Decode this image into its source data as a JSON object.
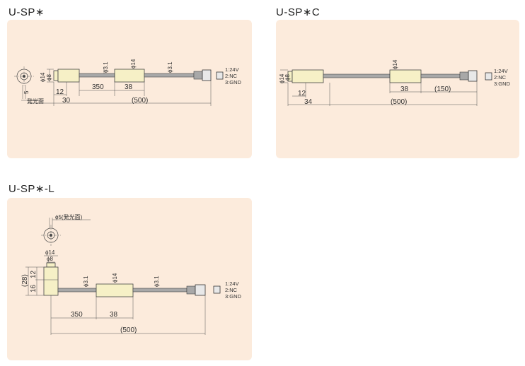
{
  "diagrams": [
    {
      "title": "U-SP∗",
      "dims": {
        "d_lens": "ϕ8",
        "d_body": "ϕ14",
        "d_cable_left": "ϕ3.1",
        "d_mid": "ϕ14",
        "d_cable_right": "ϕ3.1",
        "len_12": "12",
        "len_350": "350",
        "len_38": "38",
        "len_30": "30",
        "len_500": "(500)",
        "v5": "5",
        "emit": "発光面"
      },
      "pins": [
        "1:24V",
        "2:NC",
        "3:GND"
      ]
    },
    {
      "title": "U-SP∗C",
      "dims": {
        "d_lens": "ϕ8",
        "d_body": "ϕ14",
        "d_mid": "ϕ14",
        "len_12": "12",
        "len_38": "38",
        "len_150": "(150)",
        "len_34": "34",
        "len_500": "(500)"
      },
      "pins": [
        "1:24V",
        "2:NC",
        "3:GND"
      ]
    },
    {
      "title": "U-SP∗-L",
      "dims": {
        "d_emit": "ϕ5(発光面)",
        "d_body": "ϕ14",
        "d_lens": "ϕ8",
        "h_28": "(28)",
        "h_16": "16",
        "h_12": "12",
        "d_cable_left": "ϕ3.1",
        "d_mid": "ϕ14",
        "d_cable_right": "ϕ3.1",
        "len_350": "350",
        "len_38": "38",
        "len_500": "(500)"
      },
      "pins": [
        "1:24V",
        "2:NC",
        "3:GND"
      ]
    }
  ]
}
